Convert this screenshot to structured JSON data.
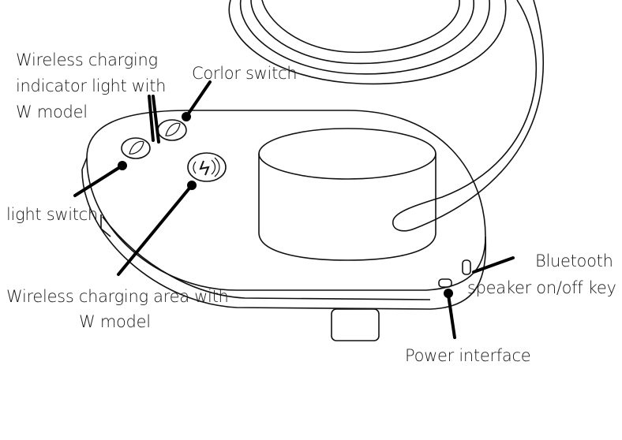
{
  "labels": {
    "indicator": [
      "Wireless charging",
      "indicator light with",
      "W model"
    ],
    "color_switch": "Corlor switch",
    "light_switch": "light switch",
    "charging_area": [
      "Wireless charging area with",
      "W model"
    ],
    "bluetooth": [
      "Bluetooth",
      "speaker on/off key"
    ],
    "power": "Power interface"
  }
}
